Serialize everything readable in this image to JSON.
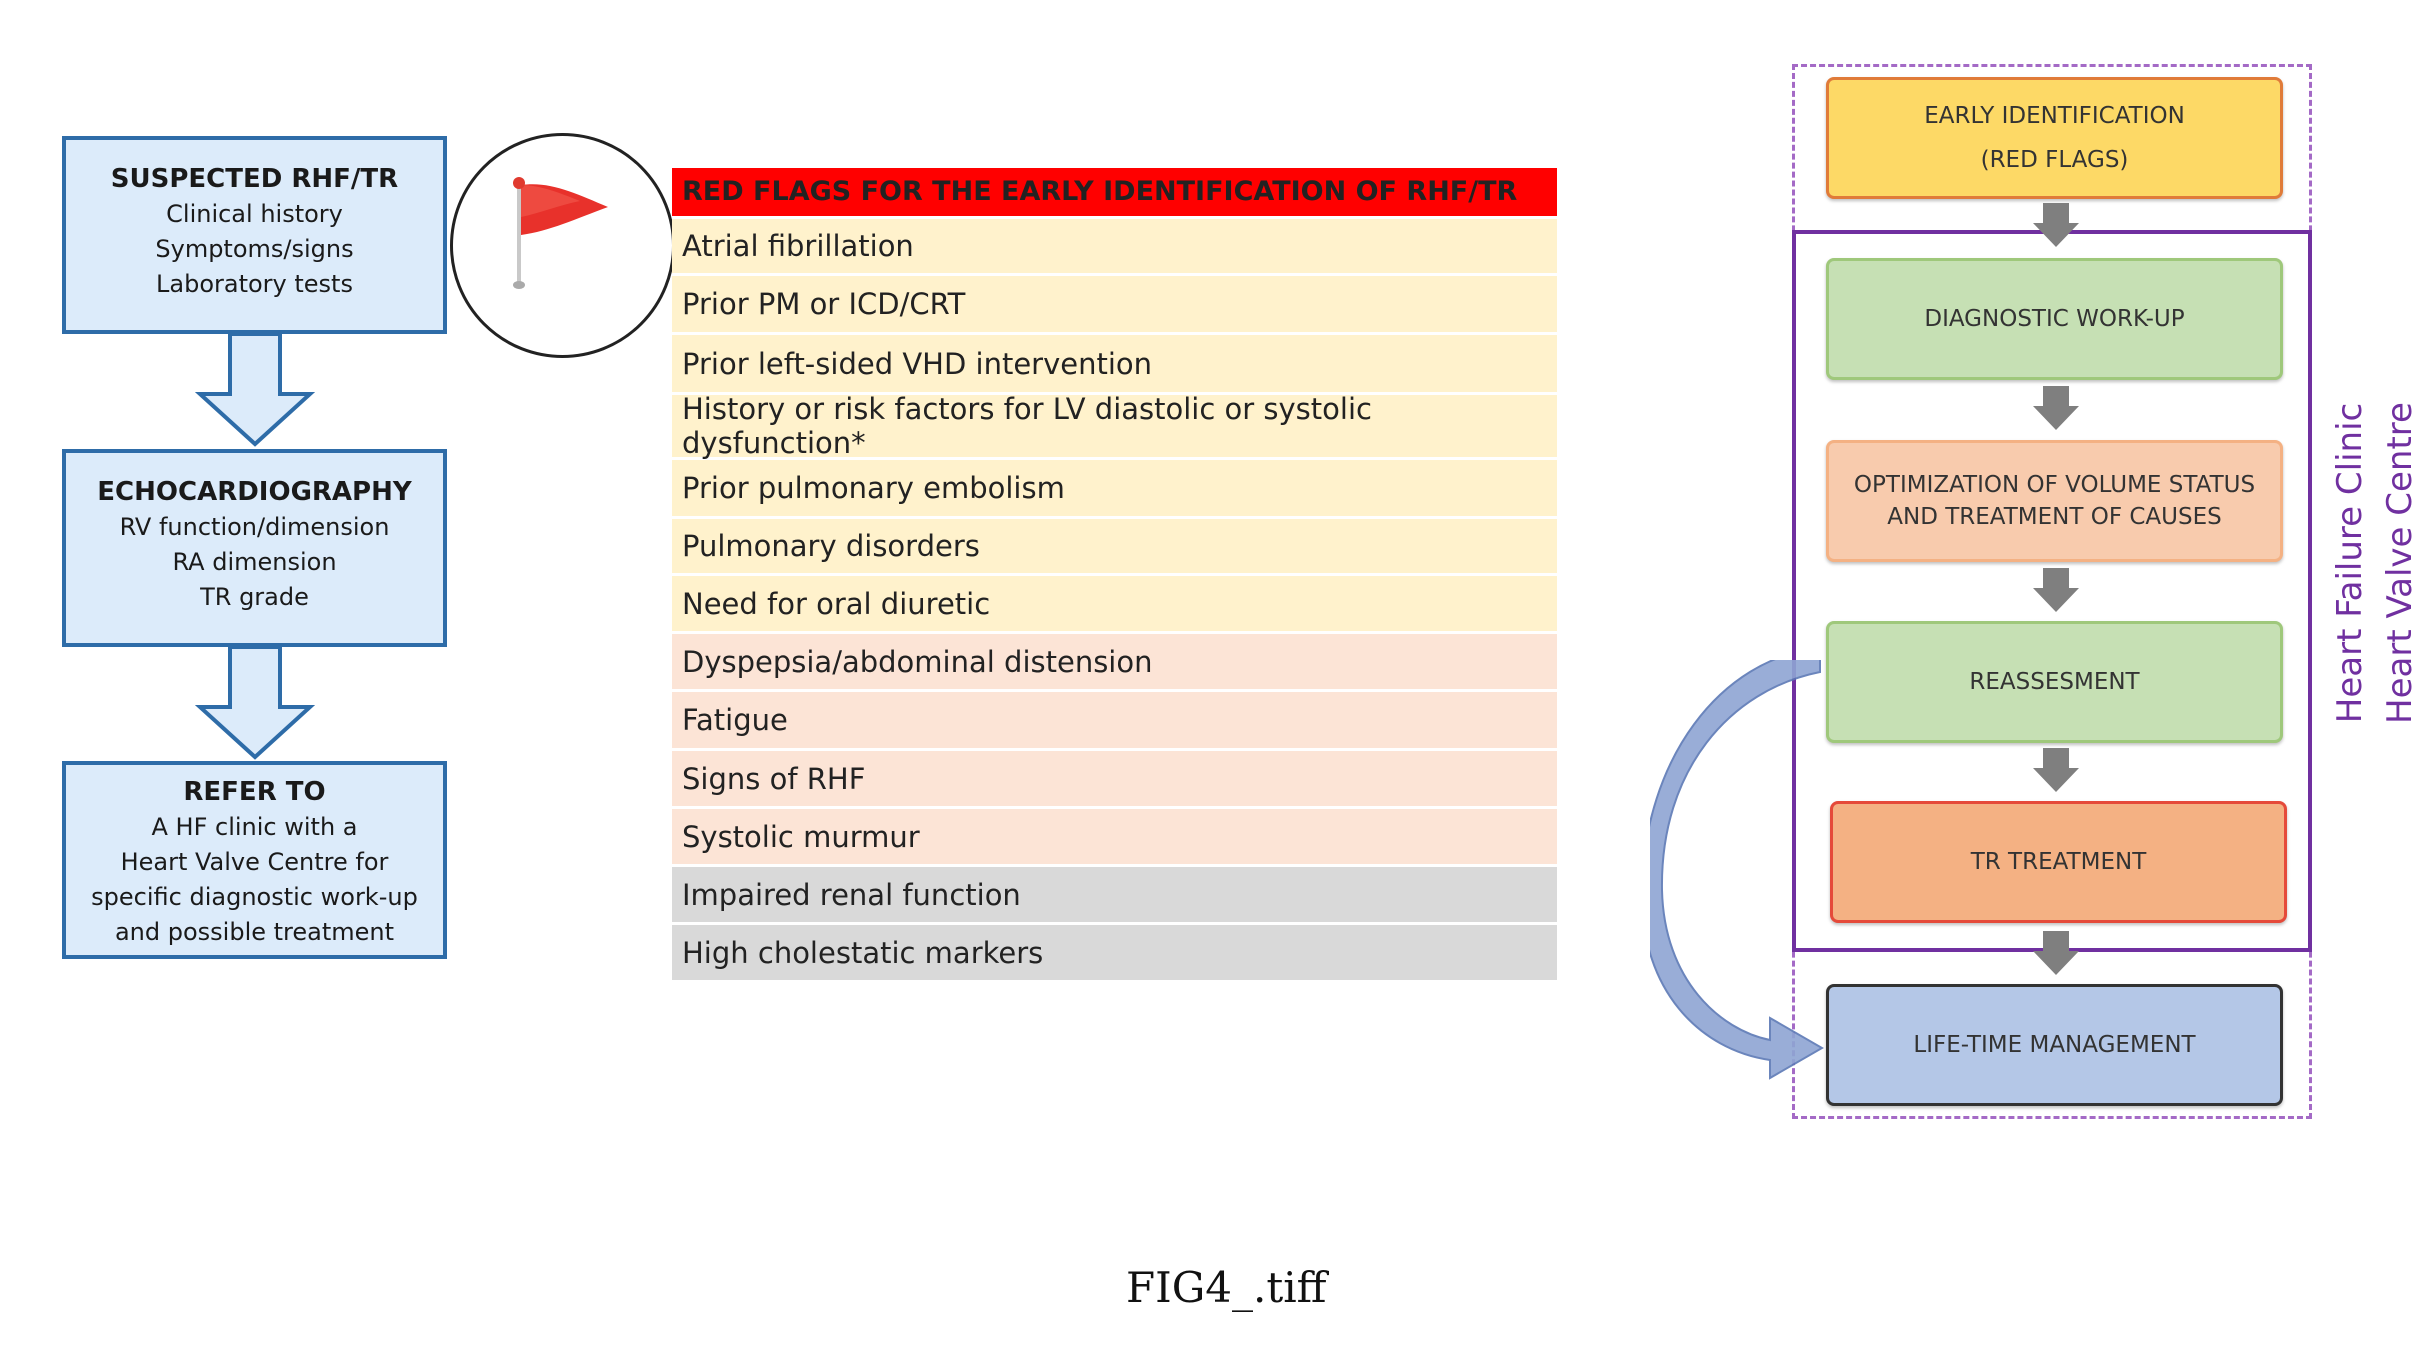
{
  "left_flow": {
    "box1": {
      "title": "SUSPECTED RHF/TR",
      "lines": [
        "Clinical history",
        "Symptoms/signs",
        "Laboratory tests"
      ]
    },
    "box2": {
      "title": "ECHOCARDIOGRAPHY",
      "lines": [
        "RV function/dimension",
        "RA dimension",
        "TR grade"
      ]
    },
    "box3": {
      "title": "REFER TO",
      "lines": [
        "A HF clinic with a",
        "Heart Valve Centre for",
        "specific diagnostic work-up",
        "and possible treatment"
      ]
    }
  },
  "red_flags": {
    "header": "RED FLAGS FOR THE EARLY IDENTIFICATION OF RHF/TR",
    "items": [
      "Atrial fibrillation",
      "Prior PM or ICD/CRT",
      "Prior left-sided VHD intervention",
      "History or risk factors for LV diastolic or systolic dysfunction*",
      "Prior pulmonary embolism",
      "Pulmonary disorders",
      "Need for oral diuretic",
      "Dyspepsia/abdominal distension",
      "Fatigue",
      "Signs of RHF",
      "Systolic murmur",
      "Impaired renal function",
      "High cholestatic markers"
    ],
    "colors": {
      "header": "#ff0000",
      "yellow": "#fff2cc",
      "peach": "#fce4d6",
      "grey": "#d9d9d9"
    }
  },
  "right_flow": {
    "early_identification": [
      "EARLY IDENTIFICATION",
      "(RED FLAGS)"
    ],
    "diagnostic": "DIAGNOSTIC WORK-UP",
    "optimization": [
      "OPTIMIZATION OF VOLUME STATUS",
      "AND TREATMENT OF CAUSES"
    ],
    "reassessment": "REASSESMENT",
    "tr_treatment": "TR TREATMENT",
    "lifetime": "LIFE-TIME MANAGEMENT",
    "side_labels": [
      "Heart Failure Clinic",
      "Heart Valve Centre"
    ],
    "accent": "#7030a0"
  },
  "caption": "FIG4_.tiff"
}
